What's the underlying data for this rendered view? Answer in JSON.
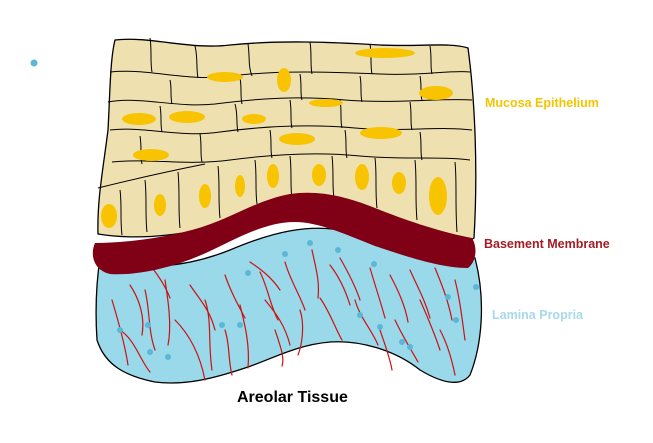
{
  "labels": {
    "mucosa": "Mucosa Epithelium",
    "basement": "Basement Membrane",
    "lamina": "Lamina Propria",
    "caption": "Areolar Tissue"
  },
  "colors": {
    "mucosa_label": "#f5c400",
    "basement_label": "#a31c24",
    "lamina_label": "#a8d8ea",
    "caption": "#000000",
    "epithelium_fill": "#efe0b0",
    "nucleus": "#f8c300",
    "membrane": "#800015",
    "lamina_fill": "#99d9ea",
    "fiber": "#cc1111",
    "dot": "#5bb7d6",
    "outline": "#000000"
  }
}
